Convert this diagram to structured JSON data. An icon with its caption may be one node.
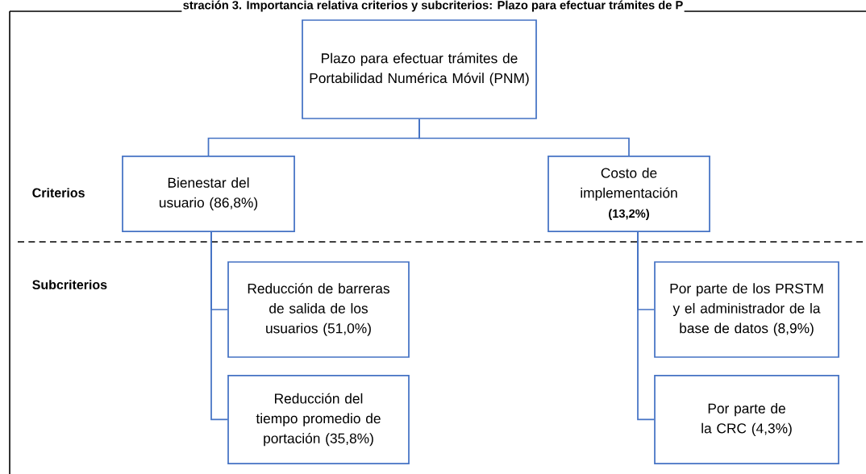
{
  "diagram": {
    "title": "stración 3. Importancia relativa criterios y subcriterios: Plazo para efectuar trámites de P",
    "nodes": [
      {
        "text": [
          "Plazo para efectuar trámites de Portabilidad Numérica Móvil (PNM)"
        ]
      },
      {
        "text": [
          "Bienestar del usuario (86,8%)"
        ]
      },
      {
        "text": [
          "Costo de implementación",
          "(13,2%)"
        ]
      },
      {
        "text": [
          "Reducción de barreras de salida de los usuarios (51,0%)"
        ]
      },
      {
        "text": [
          "Reducción del tiempo promedio de portación (35,8%)"
        ]
      },
      {
        "text": [
          "Por parte de los PRSTM y el administrador de la base de datos (8,9%)"
        ]
      },
      {
        "text": [
          "Por parte de la CRC (4,3%)"
        ]
      }
    ],
    "edges": [
      {
        "from": 0,
        "to": 1,
        "arrow": "none"
      },
      {
        "from": 0,
        "to": 2,
        "arrow": "none"
      },
      {
        "from": 1,
        "to": 3,
        "arrow": "none"
      },
      {
        "from": 1,
        "to": 4,
        "arrow": "none"
      },
      {
        "from": 2,
        "to": 5,
        "arrow": "none"
      },
      {
        "from": 2,
        "to": 6,
        "arrow": "none"
      }
    ],
    "labels": [
      "Criterios",
      "Subcriterios"
    ]
  }
}
